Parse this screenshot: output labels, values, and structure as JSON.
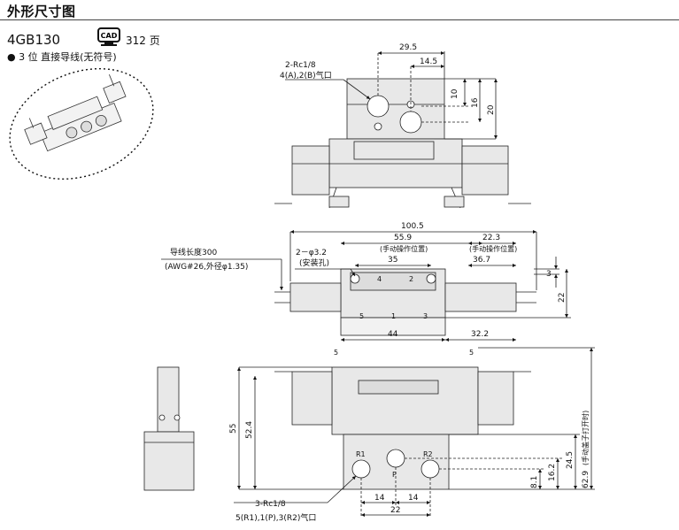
{
  "title": "外形尺寸图",
  "model": "4GB130",
  "cad": {
    "icon_text": "CAD",
    "page": "312 页"
  },
  "variant": "● 3 位  直接导线(无符号)",
  "top_view": {
    "port_label_1": "2-Rc1/8",
    "port_label_2": "4(A),2(B)气口",
    "dim_width": "29.5",
    "dim_offset": "14.5",
    "dim_h1": "10",
    "dim_h2": "16",
    "dim_h3": "20"
  },
  "middle_view": {
    "wire_label_1": "导线长度300",
    "wire_label_2": "(AWG#26,外径φ1.35)",
    "mount_hole_1": "2－φ3.2",
    "mount_hole_2": "(安装孔)",
    "dim_total": "100.5",
    "dim_manual_1": "55.9",
    "manual_note_1": "(手动操作位置)",
    "dim_manual_2": "22.3",
    "manual_note_2": "(手动操作位置)",
    "dim_hole_pitch": "35",
    "dim_36_7": "36.7",
    "dim_3": "3",
    "dim_22": "22",
    "dim_44": "44",
    "dim_32_2": "32.2",
    "port_marks": [
      "5",
      "1",
      "3"
    ],
    "top_marks": [
      "4",
      "2"
    ]
  },
  "bottom_view": {
    "dim_55": "55",
    "dim_52_4": "52.4",
    "dim_62_9": "62.9",
    "cover_note": "(手动盖子打开时)",
    "dim_24_5": "24.5",
    "dim_16_2": "16.2",
    "dim_8_1": "8.1",
    "dim_14a": "14",
    "dim_14b": "14",
    "dim_22": "22",
    "port_label_1": "3-Rc1/8",
    "port_label_2": "5(R1),1(P),3(R2)气口",
    "port_R1": "R1",
    "port_R2": "R2",
    "port_P": "P",
    "dim_5": "5"
  }
}
